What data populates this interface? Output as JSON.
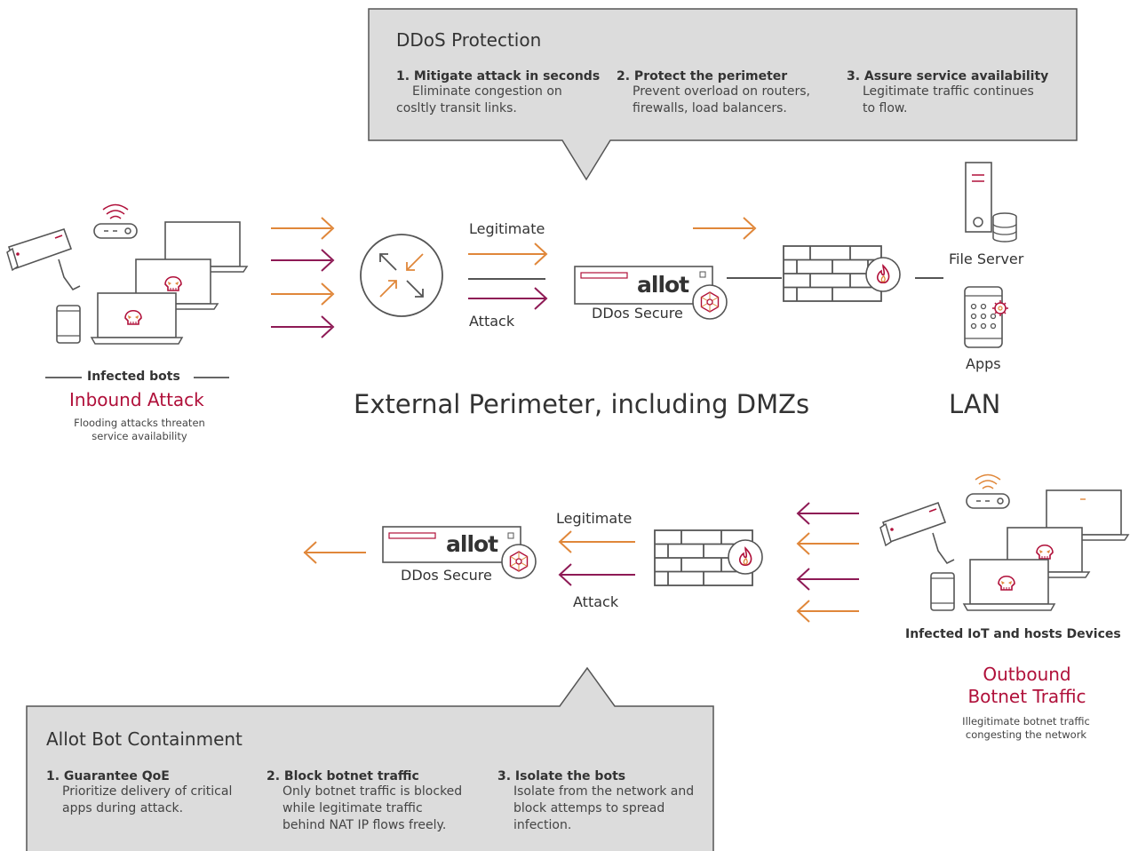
{
  "top_callout": {
    "title": "DDoS Protection",
    "items": [
      {
        "head": "1. Mitigate attack in seconds",
        "body": [
          "Eliminate congestion on",
          "cosltly transit links."
        ]
      },
      {
        "head": "2. Protect the perimeter",
        "body": [
          "Prevent overload on routers,",
          "firewalls, load balancers."
        ]
      },
      {
        "head": "3. Assure service availability",
        "body": [
          "Legitimate traffic continues",
          "to flow."
        ]
      }
    ]
  },
  "inbound": {
    "infected_bots": "Infected bots",
    "heading": "Inbound Attack",
    "desc": [
      "Flooding attacks threaten",
      "service availability"
    ],
    "legit_label": "Legitimate",
    "attack_label": "Attack",
    "device_label": "DDos Secure",
    "brand": "allot",
    "file_server": "File Server",
    "apps": "Apps"
  },
  "zones": {
    "perimeter": "External Perimeter, including DMZs",
    "lan": "LAN"
  },
  "outbound": {
    "legit_label": "Legitimate",
    "attack_label": "Attack",
    "device_label": "DDos Secure",
    "brand": "allot",
    "infected_label": "Infected IoT and hosts Devices",
    "heading": [
      "Outbound",
      "Botnet Traffic"
    ],
    "desc": [
      "Illegitimate botnet traffic",
      "congesting the network"
    ]
  },
  "bottom_callout": {
    "title": "Allot Bot Containment",
    "items": [
      {
        "head": "1. Guarantee QoE",
        "body": [
          "Prioritize delivery of critical",
          "apps during attack."
        ]
      },
      {
        "head": "2. Block botnet traffic",
        "body": [
          "Only botnet traffic is blocked",
          "while legitimate traffic",
          "behind NAT IP flows freely."
        ]
      },
      {
        "head": "3. Isolate the bots",
        "body": [
          "Isolate from the network and",
          "block attemps to spread",
          "infection."
        ]
      }
    ]
  },
  "colors": {
    "orange": "#e0873a",
    "purple": "#8e1a55",
    "red": "#b0103a",
    "callout_bg": "#dcdcdc",
    "line": "#555555"
  }
}
